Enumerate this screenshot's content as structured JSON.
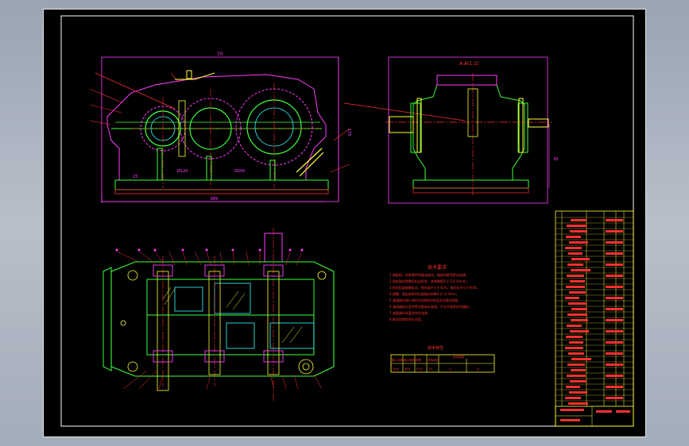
{
  "drawing": {
    "front_view": {
      "overall_length": "70",
      "center_distance_1": "Ø120",
      "center_distance_2": "Ø200",
      "height_dim": "175",
      "base_dim": "15",
      "length_dim": "880"
    },
    "side_view": {
      "title": "A-A(1:2)",
      "height_dim": "30"
    },
    "notes": {
      "title": "技术要求",
      "lines": [
        "1.装配前，所有零件用煤油清洗，箱体内壁涂耐油油漆；",
        "2.齿轮副的侧隙用铅丝检验，其侧隙值不小于0.16mm；",
        "3.检验齿面接触斑点，按齿高不小于45%，按齿长不小于60%；",
        "4.调整、固定轴承时应留轴向间隙0.2~0.3mm；",
        "5.减速器内装L-AN32全损耗系统用油至规定高度；",
        "6.减速器剖分面涂密封胶或水玻璃，不允许使用任何填料；",
        "7.减速器外表面涂灰色油漆；",
        "8.按试验规程进行试验。"
      ]
    },
    "spec_table": {
      "title": "技术特性",
      "headers": [
        "输入功率",
        "输入转速",
        "效率",
        "总传动比",
        "传动特性"
      ],
      "values": [
        "3kW",
        "960",
        "0.92",
        "24",
        "i1",
        "i2"
      ]
    }
  },
  "colors": {
    "cad_bg": "#000000",
    "magenta": "#ff3cff",
    "green": "#3cff3c",
    "yellow": "#ffff33",
    "cyan": "#33ffff",
    "red": "#ff3030",
    "white": "#ffffff"
  }
}
